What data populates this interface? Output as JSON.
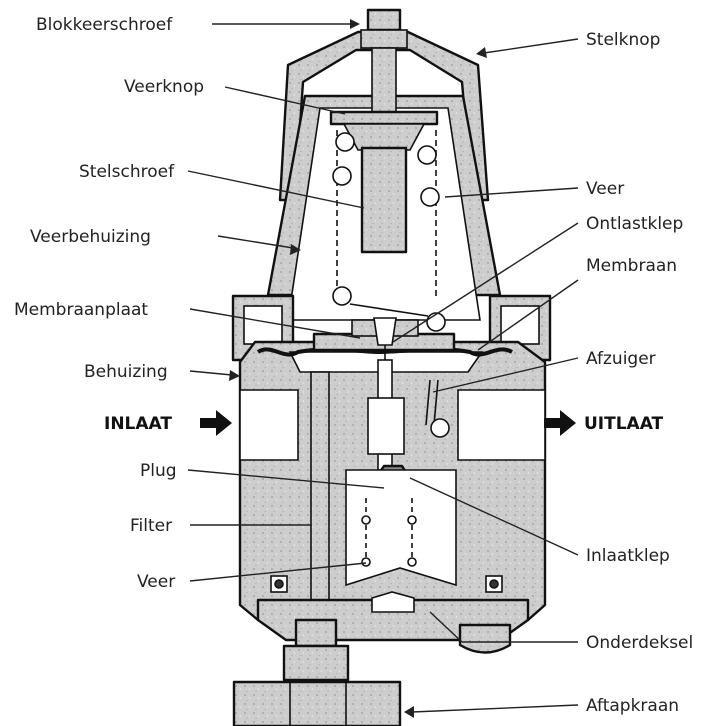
{
  "labels": {
    "blokkeerschroef": "Blokkeerschroef",
    "stelknop": "Stelknop",
    "veerknop": "Veerknop",
    "stelschroef": "Stelschroef",
    "veer_top": "Veer",
    "ontlastklep": "Ontlastklep",
    "veerbehuizing": "Veerbehuizing",
    "membraan": "Membraan",
    "membraanplaat": "Membraanplaat",
    "behuizing": "Behuizing",
    "afzuiger": "Afzuiger",
    "inlaat": "INLAAT",
    "uitlaat": "UITLAAT",
    "plug": "Plug",
    "filter": "Filter",
    "inlaatklep": "Inlaatklep",
    "veer_bottom": "Veer",
    "onderdeksel": "Onderdeksel",
    "aftapkraan": "Aftapkraan"
  },
  "colors": {
    "casting": "#c9c9c9",
    "outline": "#111111",
    "interior": "#ffffff"
  }
}
